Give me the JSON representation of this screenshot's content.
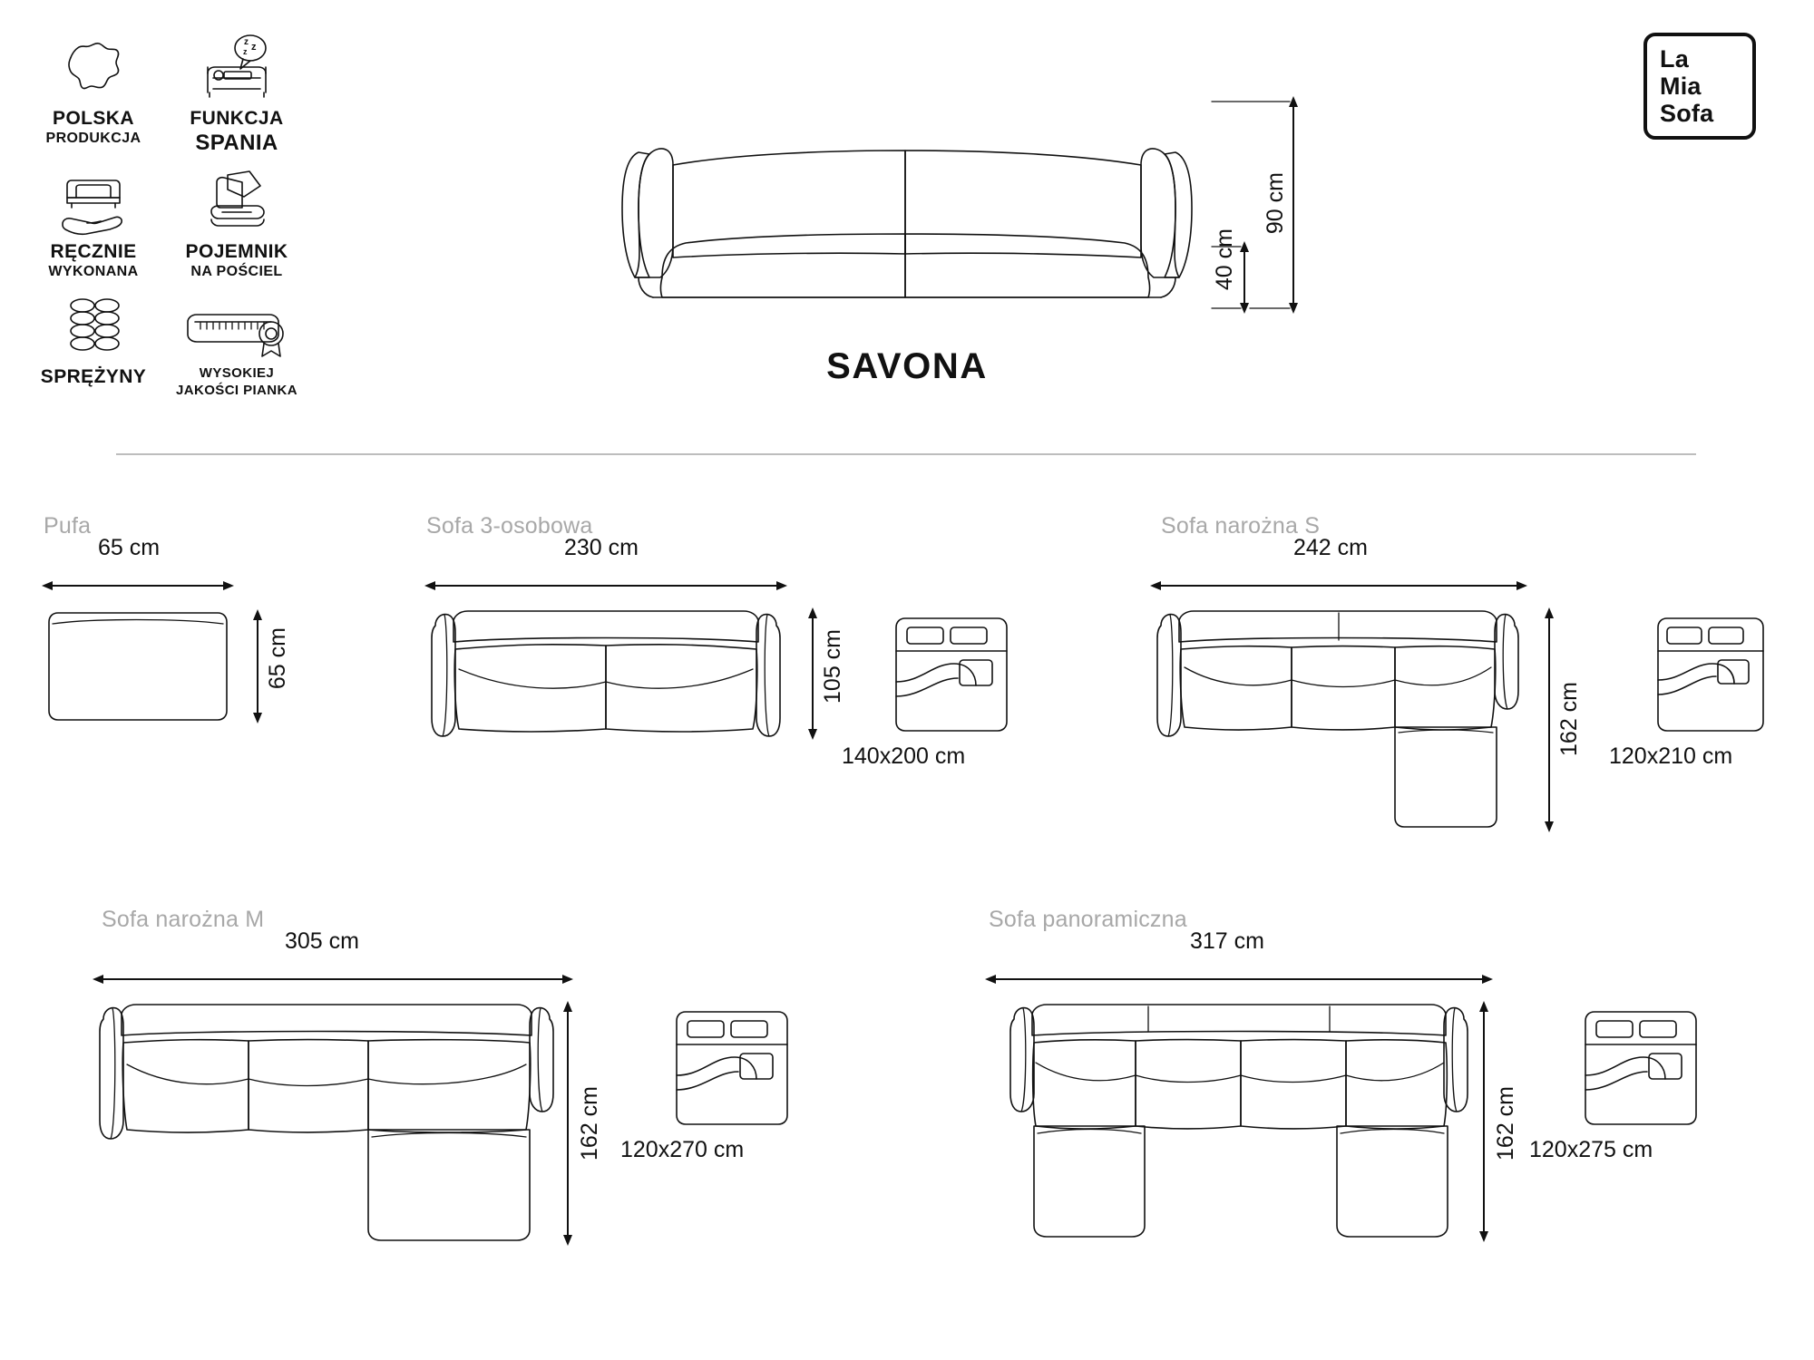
{
  "badges": [
    {
      "icon": "poland-map-icon",
      "line1": "POLSKA",
      "line2": "PRODUKCJA",
      "size": "normal"
    },
    {
      "icon": "sleep-function-icon",
      "line1": "FUNKCJA",
      "line2": "SPANIA",
      "size": "normal"
    },
    {
      "icon": "handmade-sofa-icon",
      "line1": "RĘCZNIE",
      "line2": "WYKONANA",
      "size": "normal"
    },
    {
      "icon": "bedding-container-icon",
      "line1": "POJEMNIK",
      "line2": "NA POŚCIEL",
      "size": "normal"
    },
    {
      "icon": "springs-icon",
      "line1": "SPRĘŻYNY",
      "line2": "",
      "size": "small"
    },
    {
      "icon": "high-quality-foam-icon",
      "line1": "WYSOKIEJ",
      "line2": "JAKOŚCI PIANKA",
      "size": "tiny"
    }
  ],
  "hero": {
    "product_name": "SAVONA",
    "height_total": "90 cm",
    "height_seat": "40 cm"
  },
  "logo": {
    "line1": "La",
    "line2": "Mia",
    "line3": "Sofa"
  },
  "variants": [
    {
      "name": "Pufa",
      "width": "65 cm",
      "depth": "65 cm",
      "bed": ""
    },
    {
      "name": "Sofa 3-osobowa",
      "width": "230 cm",
      "depth": "105 cm",
      "bed": "140x200 cm"
    },
    {
      "name": "Sofa narożna S",
      "width": "242 cm",
      "depth": "162 cm",
      "bed": "120x210 cm"
    },
    {
      "name": "Sofa narożna M",
      "width": "305 cm",
      "depth": "162 cm",
      "bed": "120x270 cm"
    },
    {
      "name": "Sofa panoramiczna",
      "width": "317 cm",
      "depth": "162 cm",
      "bed": "120x275 cm"
    }
  ],
  "colors": {
    "ink": "#111111",
    "muted": "#a8a8a8",
    "divider": "#bdbdbd",
    "background": "#ffffff"
  }
}
